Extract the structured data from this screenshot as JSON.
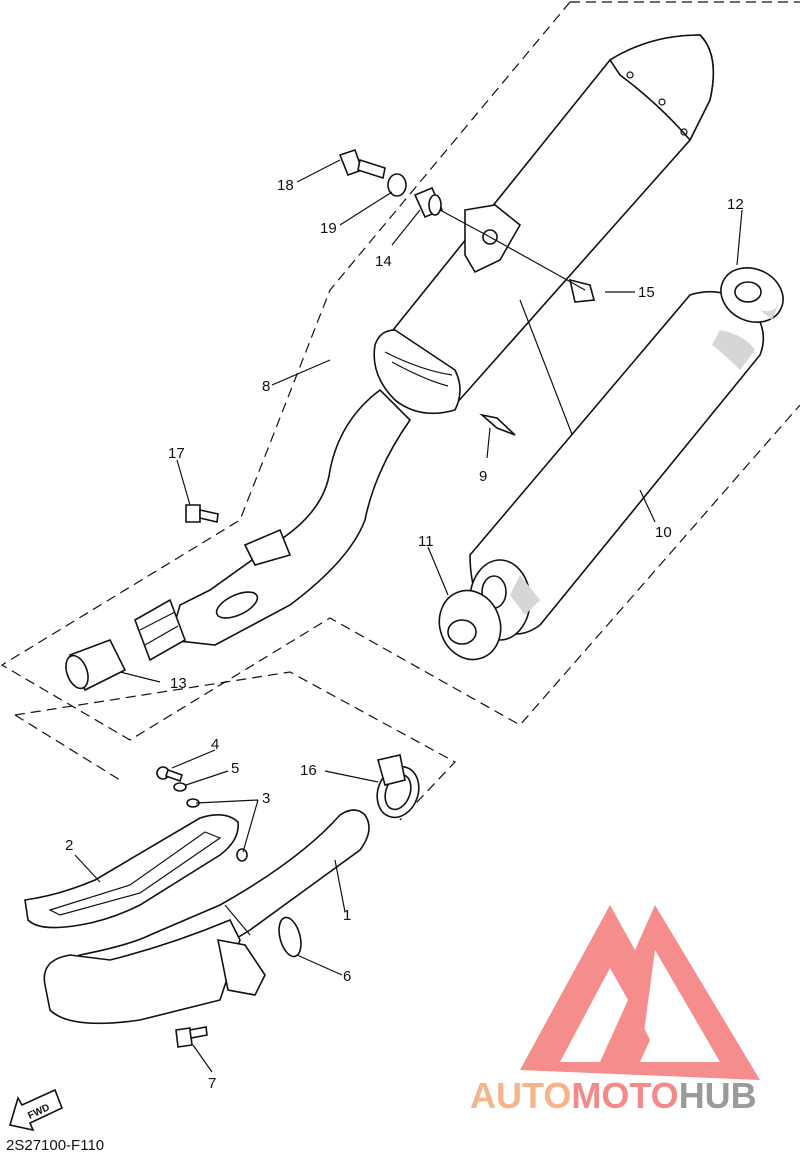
{
  "diagram": {
    "code": "2S27100-F110",
    "fwd_label": "FWD",
    "callouts": {
      "c1": "1",
      "c2": "2",
      "c3": "3",
      "c4": "4",
      "c5": "5",
      "c6": "6",
      "c7": "7",
      "c8": "8",
      "c9": "9",
      "c10": "10",
      "c11": "11",
      "c12": "12",
      "c13": "13",
      "c14": "14",
      "c15": "15",
      "c16": "16",
      "c17": "17",
      "c18": "18",
      "c19": "19"
    }
  },
  "watermark": {
    "text_part1": "AUTO",
    "text_part2": "MOTO",
    "text_part3": "HUB",
    "color_part1": "#f7b48a",
    "color_part2": "#f28a8a",
    "color_part3": "#9a9a9a",
    "logo_color": "#f47a7a"
  }
}
